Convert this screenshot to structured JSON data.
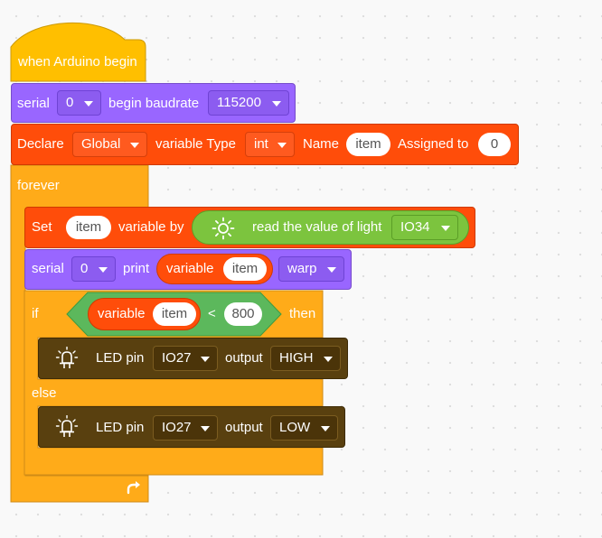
{
  "hat_block": {
    "label": "when Arduino begin"
  },
  "serial_begin": {
    "label_serial": "serial",
    "port": "0",
    "label_baud": "begin baudrate",
    "baud": "115200"
  },
  "declare": {
    "label_declare": "Declare",
    "scope": "Global",
    "label_type": "variable Type",
    "type": "int",
    "label_name": "Name",
    "name": "item",
    "label_assigned": "Assigned to",
    "value": "0"
  },
  "forever": {
    "label": "forever"
  },
  "set_block": {
    "label_set": "Set",
    "var": "item",
    "label_by": "variable by",
    "reporter_label": "read the value of light",
    "pin": "IO34"
  },
  "print_block": {
    "label_serial": "serial",
    "port": "0",
    "label_print": "print",
    "var_label": "variable",
    "var": "item",
    "mode": "warp"
  },
  "if_block": {
    "label_if": "if",
    "var_label": "variable",
    "var": "item",
    "op": "<",
    "num": "800",
    "label_then": "then",
    "label_else": "else"
  },
  "led_high": {
    "label_led": "LED pin",
    "pin": "IO27",
    "label_output": "output",
    "level": "HIGH"
  },
  "led_low": {
    "label_led": "LED pin",
    "pin": "IO27",
    "label_output": "output",
    "level": "LOW"
  },
  "colors": {
    "events": "#ffbf00",
    "control": "#ffab19",
    "serial": "#9966ff",
    "variables": "#ff4d0a",
    "sensor": "#7cc43e",
    "led": "#59400f"
  }
}
